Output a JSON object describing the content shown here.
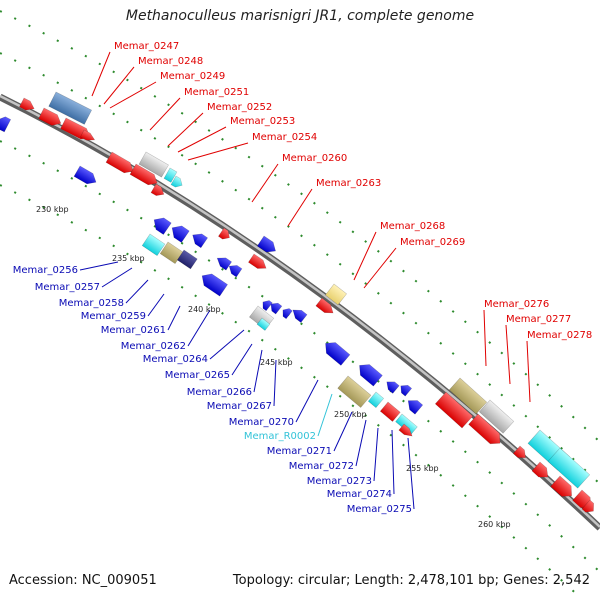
{
  "title": "Methanoculleus marisnigri JR1, complete genome",
  "accession": "Accession: NC_009051",
  "summary": "Topology: circular; Length: 2,478,101 bp; Genes: 2,542",
  "colors": {
    "backbone": "#8a8a8a",
    "forward_label": "#e00000",
    "reverse_label": "#0a0ab4",
    "rna_label": "#33c3d8",
    "tick": "#2e8b2e"
  },
  "scale_ticks": [
    "230 kbp",
    "235 kbp",
    "240 kbp",
    "245 kbp",
    "250 kbp",
    "255 kbp",
    "260 kbp"
  ],
  "forward_genes": [
    "Memar_0247",
    "Memar_0248",
    "Memar_0249",
    "Memar_0251",
    "Memar_0252",
    "Memar_0253",
    "Memar_0254",
    "Memar_0260",
    "Memar_0263",
    "Memar_0268",
    "Memar_0269",
    "Memar_0276",
    "Memar_0277",
    "Memar_0278"
  ],
  "reverse_genes": [
    "Memar_0256",
    "Memar_0257",
    "Memar_0258",
    "Memar_0259",
    "Memar_0261",
    "Memar_0262",
    "Memar_0264",
    "Memar_0265",
    "Memar_0266",
    "Memar_0267",
    "Memar_0270",
    "Memar_R0002",
    "Memar_0271",
    "Memar_0272",
    "Memar_0273",
    "Memar_0274",
    "Memar_0275"
  ]
}
